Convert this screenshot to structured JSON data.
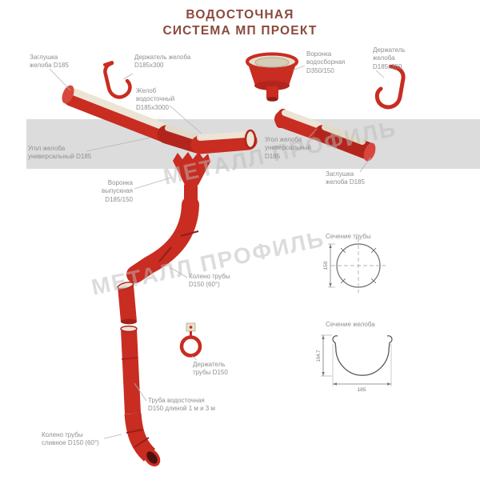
{
  "title": {
    "line1": "ВОДОСТОЧНАЯ",
    "line2": "СИСТЕМА МП ПРОЕКТ"
  },
  "watermark": {
    "text": "МЕТАЛЛ ПРОФИЛЬ"
  },
  "labels": {
    "endcap_left": "Заглушка желоба D185",
    "holder_left": "Держатель желоба D185х300",
    "collector_funnel": "Воронка водосборная D350/150",
    "holder_right": "Держатель желоба D185х350",
    "gutter": "Желоб водосточный D185х3000",
    "corner_left": "Угол желоба универсальный D185",
    "corner_right": "Угол желоба универсальный D185",
    "endcap_right": "Заглушка желоба D185",
    "outlet_funnel": "Воронка выпускная D185/150",
    "elbow": "Колено трубы D150 (60°)",
    "pipe_section_title": "Сечение трубы",
    "pipe_holder": "Держатель трубы D150",
    "gutter_section_title": "Сечение желоба",
    "downpipe": "Труба водосточная D150 длиной 1 м и 3 м",
    "drain_elbow": "Колено трубы сливное D150 (60°)"
  },
  "dimensions": {
    "pipe_diameter": "150",
    "gutter_depth": "104.7",
    "gutter_width": "185"
  },
  "colors": {
    "component_red": "#c92c21",
    "component_red_dark": "#8f1f18",
    "gutter_interior_cream": "#ece4d4",
    "roof_band_gray": "#dcdcdc",
    "label_gray": "#8f8f8f",
    "title_brown": "#8a4a3c",
    "watermark_gray": "#bbbbbb"
  }
}
